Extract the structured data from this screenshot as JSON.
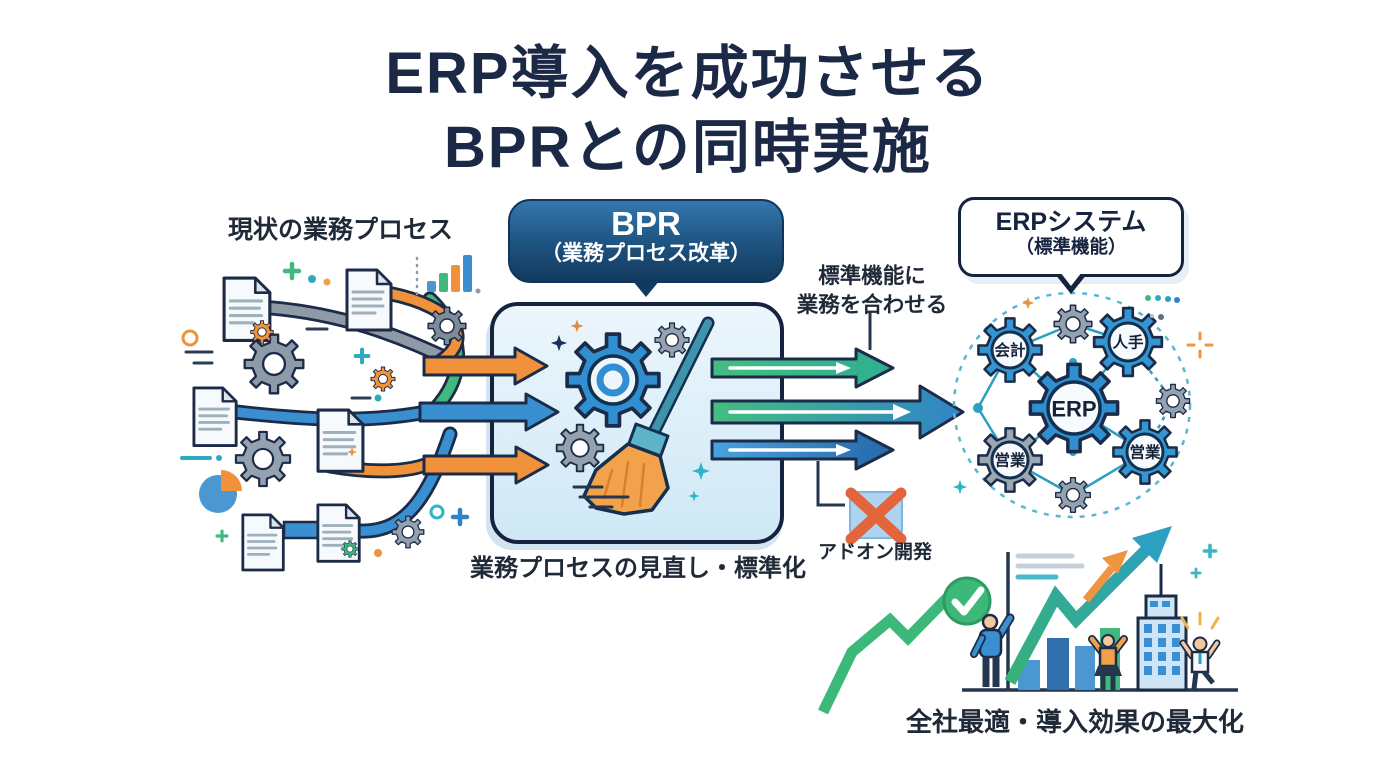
{
  "title": {
    "line1": "ERP導入を成功させる",
    "line2": "BPRとの同時実施"
  },
  "current_process": {
    "label": "現状の業務プロセス"
  },
  "bpr": {
    "title": "BPR",
    "subtitle": "（業務プロセス改革）",
    "caption": "業務プロセスの見直し・標準化"
  },
  "erp_system": {
    "title": "ERPシステム",
    "subtitle": "（標準機能）",
    "gears": {
      "center": "ERP",
      "accounting": "会計",
      "hr": "人手",
      "sales_left": "営業",
      "sales_right": "営業"
    }
  },
  "annotations": {
    "fit_line1": "標準機能に",
    "fit_line2": "業務を合わせる",
    "addon": "アドオン開発"
  },
  "outcome": {
    "label": "全社最適・導入効果の最大化"
  },
  "icons": {
    "document": "document-icon",
    "gear": "gear-icon",
    "broom": "broom-icon",
    "bar_chart": "bar-chart-icon",
    "pie_chart": "pie-chart-icon",
    "check": "check-circle-icon",
    "cross": "cross-mark-icon",
    "building": "building-icon",
    "trend": "growth-arrow-icon",
    "sparkle": "sparkle-icon"
  },
  "colors": {
    "navy": "#1b2946",
    "blue": "#3a8fd0",
    "light_box": "#ddeefa",
    "green": "#41b87d",
    "teal": "#2fa9c0",
    "orange": "#f0913c",
    "gray": "#8e9aa6"
  }
}
